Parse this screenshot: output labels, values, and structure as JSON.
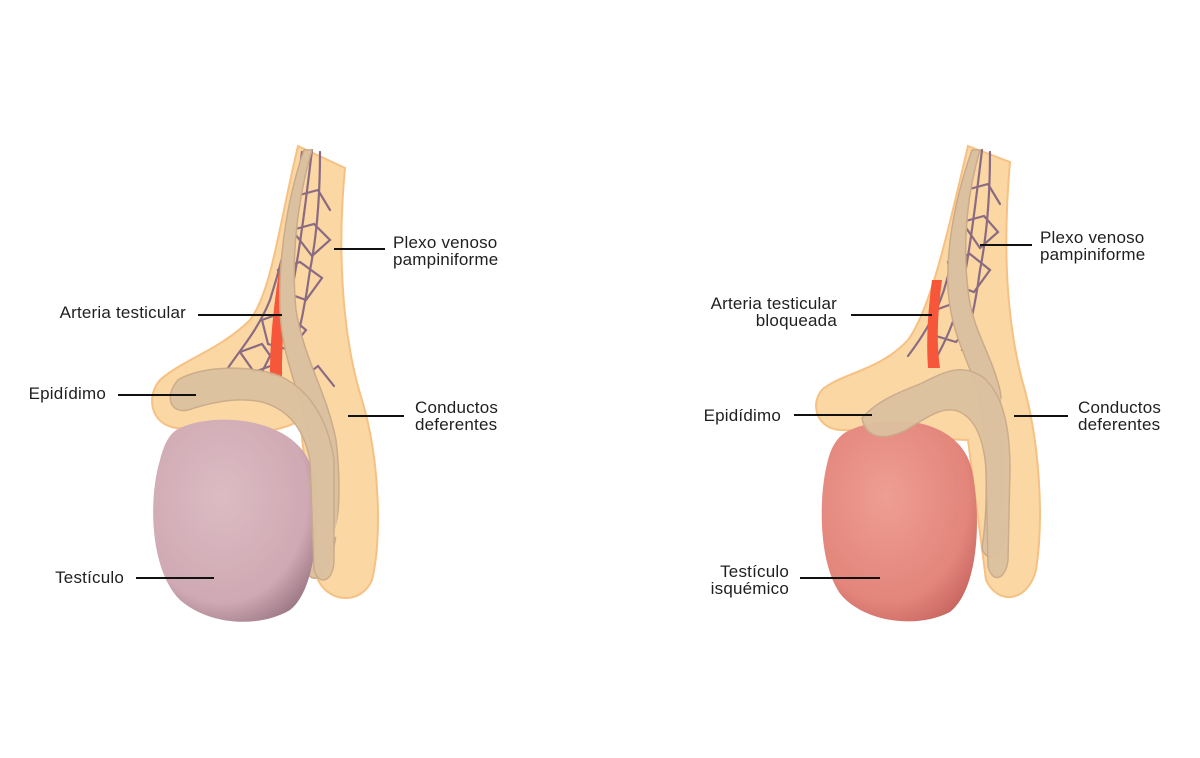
{
  "panels": [
    {
      "name": "normal",
      "labels": {
        "plexus": [
          "Plexo venoso",
          "pampiniforme"
        ],
        "artery": [
          "Arteria testicular"
        ],
        "epididymis": [
          "Epidídimo"
        ],
        "vas": [
          "Conductos",
          "deferentes"
        ],
        "testis": [
          "Testículo"
        ]
      }
    },
    {
      "name": "torsion",
      "labels": {
        "plexus": [
          "Plexo venoso",
          "pampiniforme"
        ],
        "artery": [
          "Arteria testicular",
          "bloqueada"
        ],
        "epididymis": [
          "Epidídimo"
        ],
        "vas": [
          "Conductos",
          "deferentes"
        ],
        "testis": [
          "Testículo",
          "isquémico"
        ]
      }
    }
  ],
  "colors": {
    "sheath": "#fbd7a4",
    "sheath_edge": "#f6c183",
    "cord": "#dcc1a0",
    "cord_dark": "#c9ab8a",
    "vein": "#8b6b82",
    "artery": "#f6563a",
    "testis_normal": "#d6b0ba",
    "testis_ischemic": "#e68d84",
    "leader": "#111111"
  }
}
